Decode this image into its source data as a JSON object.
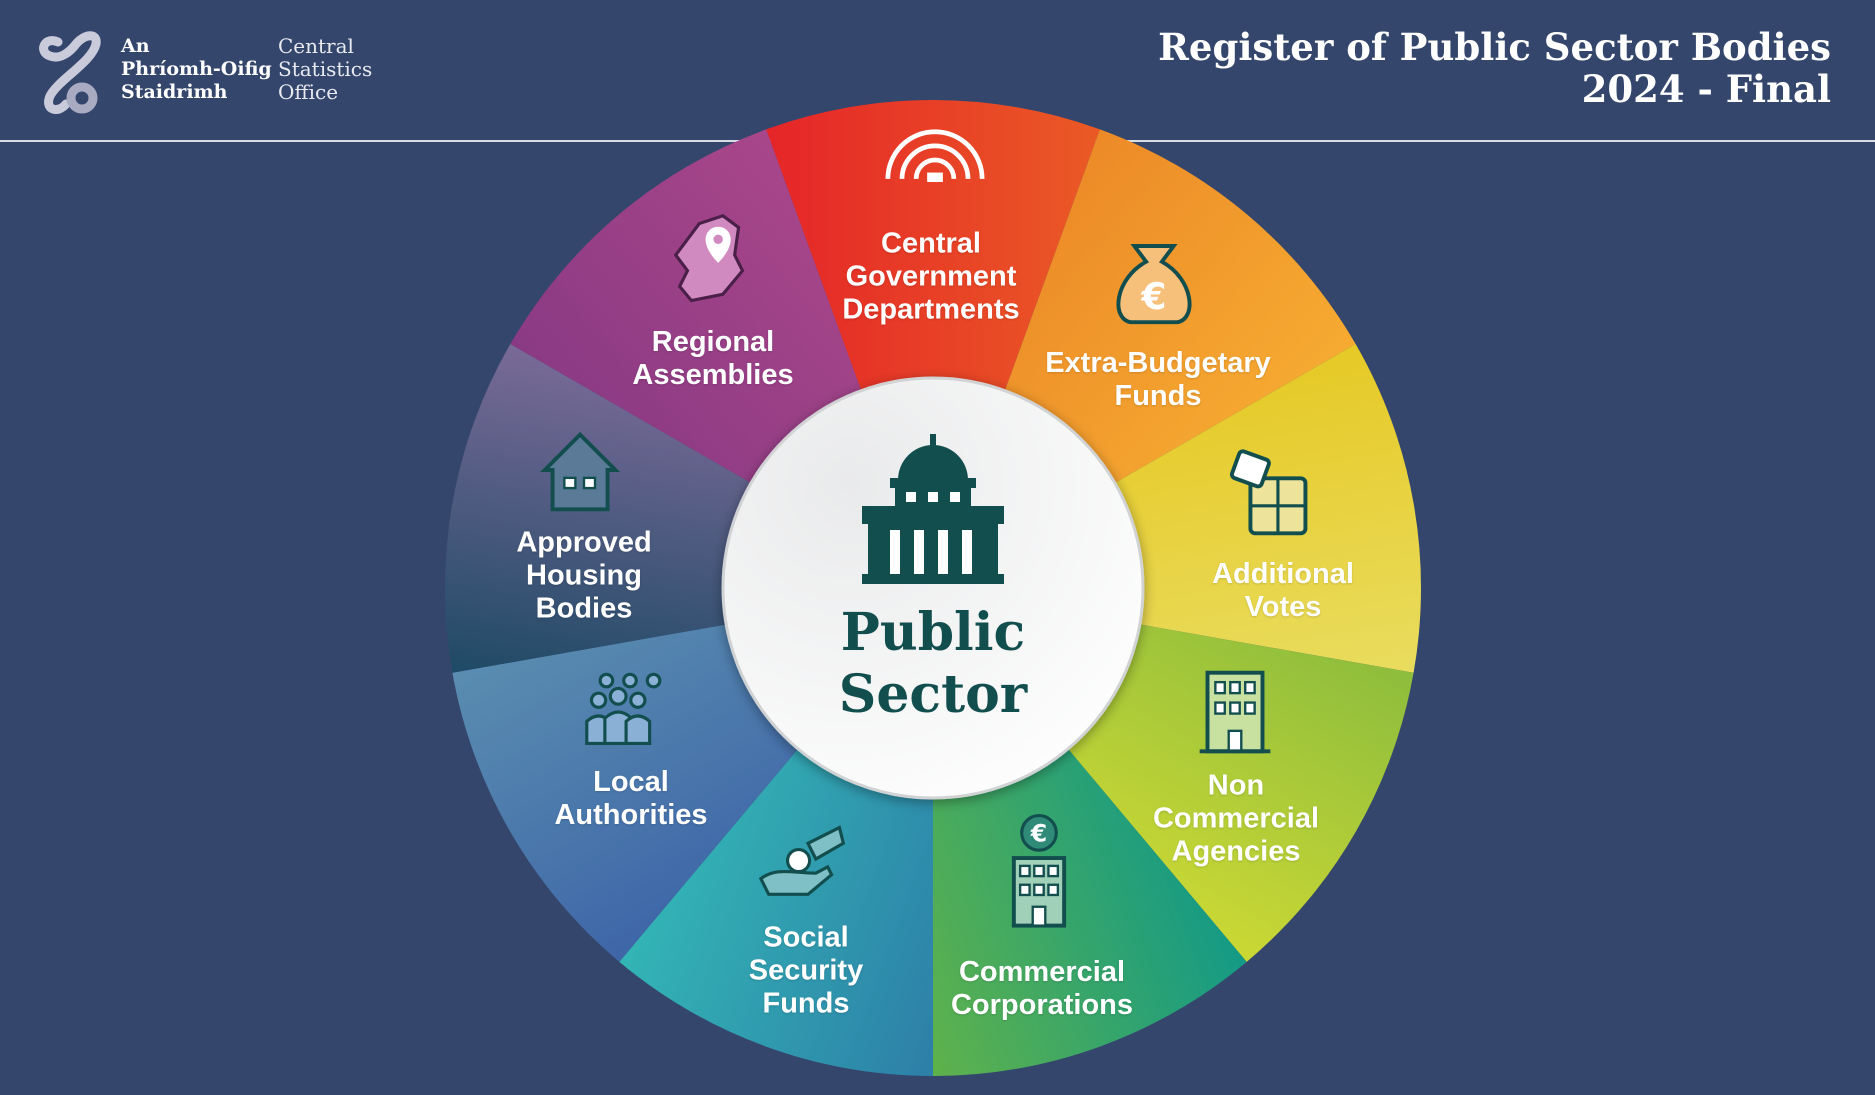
{
  "header": {
    "logo_irish": [
      "An",
      "Phríomh-Oifig",
      "Staidrimh"
    ],
    "logo_english": [
      "Central",
      "Statistics",
      "Office"
    ],
    "title_line1": "Register of Public Sector Bodies",
    "title_line2": "2024 - Final"
  },
  "center": {
    "icon": "government-building-icon",
    "lines": [
      "Public",
      "Sector"
    ]
  },
  "segments": [
    {
      "id": "central-government-departments",
      "lines": [
        "Central",
        "Government",
        "Departments"
      ],
      "icon": "parliament-icon",
      "colors": [
        "#e52528",
        "#ea5a25"
      ]
    },
    {
      "id": "extra-budgetary-funds",
      "lines": [
        "Extra-Budgetary",
        "Funds"
      ],
      "icon": "euro-money-bag-icon",
      "colors": [
        "#ec8a27",
        "#f6ab32"
      ]
    },
    {
      "id": "additional-votes",
      "lines": [
        "Additional",
        "Votes"
      ],
      "icon": "puzzle-icon",
      "colors": [
        "#e6c926",
        "#e9dc5e"
      ]
    },
    {
      "id": "non-commercial-agencies",
      "lines": [
        "Non",
        "Commercial",
        "Agencies"
      ],
      "icon": "office-building-icon",
      "colors": [
        "#8dbd3d",
        "#cbd834"
      ]
    },
    {
      "id": "commercial-corporations",
      "lines": [
        "Commercial",
        "Corporations"
      ],
      "icon": "euro-building-icon",
      "colors": [
        "#149a86",
        "#5fb24b"
      ]
    },
    {
      "id": "social-security-funds",
      "lines": [
        "Social",
        "Security",
        "Funds"
      ],
      "icon": "hand-coin-icon",
      "colors": [
        "#2d7fa8",
        "#33b5b5"
      ]
    },
    {
      "id": "local-authorities",
      "lines": [
        "Local",
        "Authorities"
      ],
      "icon": "people-group-icon",
      "colors": [
        "#3e66a8",
        "#5a8db0"
      ]
    },
    {
      "id": "approved-housing-bodies",
      "lines": [
        "Approved",
        "Housing",
        "Bodies"
      ],
      "icon": "house-icon",
      "colors": [
        "#1f4a66",
        "#7a6a98"
      ]
    },
    {
      "id": "regional-assemblies",
      "lines": [
        "Regional",
        "Assemblies"
      ],
      "icon": "ireland-map-pin-icon",
      "colors": [
        "#8a3a84",
        "#a9468a"
      ]
    }
  ]
}
